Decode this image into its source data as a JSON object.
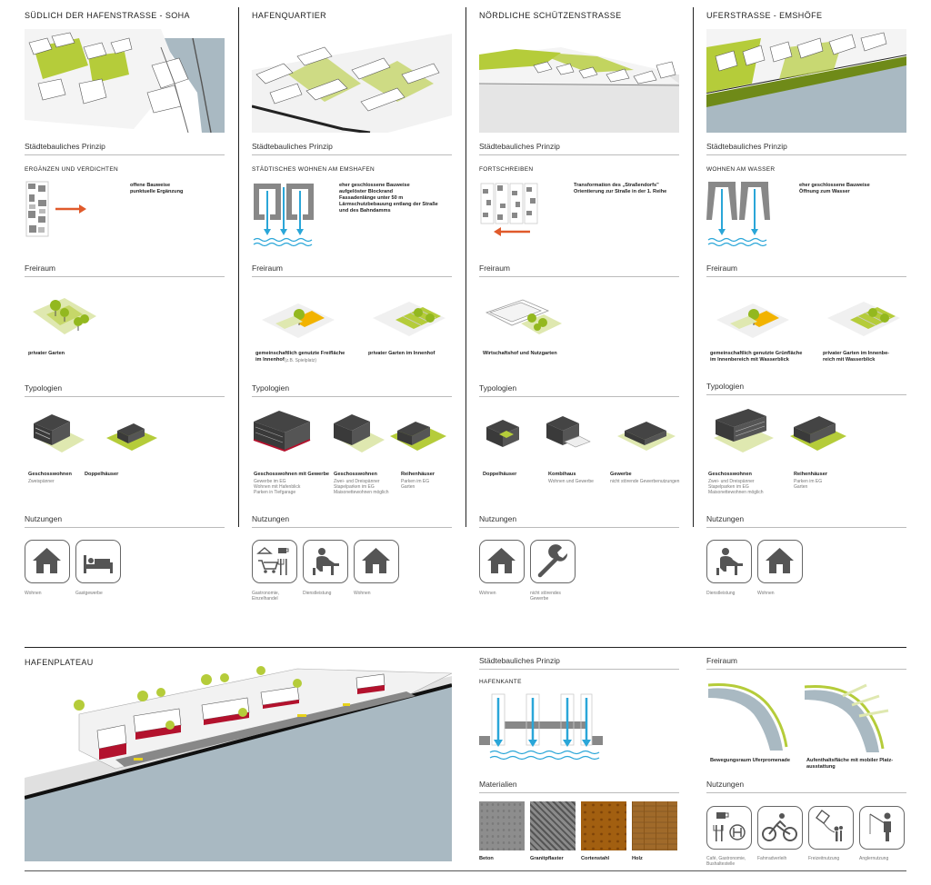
{
  "columns": [
    {
      "title": "SÜDLICH DER HAFENSTRASSE - SOHA",
      "prinzip_head": "Städtebauliches Prinzip",
      "prinzip_sub": "ERGÄNZEN UND VERDICHTEN",
      "prinzip_note": "offene Bauweise\npunktuelle Ergänzung",
      "freiraum_head": "Freiraum",
      "freiraum_labels": [
        "privater Garten"
      ],
      "typ_head": "Typologien",
      "typ_labels": [
        {
          "title": "Geschosswohnen",
          "sub": "Zweispänner"
        },
        {
          "title": "Doppelhäuser",
          "sub": ""
        }
      ],
      "nutz_head": "Nutzungen",
      "nutz_labels": [
        "Wohnen",
        "Gastgewerbe"
      ]
    },
    {
      "title": "HAFENQUARTIER",
      "prinzip_head": "Städtebauliches Prinzip",
      "prinzip_sub": "STÄDTISCHES WOHNEN AM EMSHAFEN",
      "prinzip_note": "eher geschlossene Bauweise\naufgelöster Blockrand\nFassadenlänge unter 50 m\nLärmschutzbebauung entlang der Straße\nund des Bahndamms",
      "freiraum_head": "Freiraum",
      "freiraum_labels": [
        "gemeinschaftlich genutzte Freifläche\nim Innenhof",
        "privater Garten im Innenhof"
      ],
      "freiraum_extra": "(z.B. Spielplatz)",
      "typ_head": "Typologien",
      "typ_labels": [
        {
          "title": "Geschosswohnen mit Gewerbe",
          "sub": "Gewerbe im EG\nWohnen mit Hafenblick\nParken in Tiefgarage"
        },
        {
          "title": "Geschosswohnen",
          "sub": "Zwei- und Dreispänner\nStapelparken im EG\nMaisonettewohnen möglich"
        },
        {
          "title": "Reihenhäuser",
          "sub": "Parken im EG\nGarten"
        }
      ],
      "nutz_head": "Nutzungen",
      "nutz_labels": [
        "Gastronomie,\nEinzelhandel",
        "Dienstleistung",
        "Wohnen"
      ]
    },
    {
      "title": "NÖRDLICHE SCHÜTZENSTRASSE",
      "prinzip_head": "Städtebauliches Prinzip",
      "prinzip_sub": "FORTSCHREIBEN",
      "prinzip_note": "Transformation des „Straßendorfs\"\nOrientierung zur Straße in der 1. Reihe",
      "freiraum_head": "Freiraum",
      "freiraum_labels": [
        "Wirtschaftshof und Nutzgarten"
      ],
      "typ_head": "Typologien",
      "typ_labels": [
        {
          "title": "Doppelhäuser",
          "sub": ""
        },
        {
          "title": "Kombihaus",
          "sub": "Wohnen und Gewerbe"
        },
        {
          "title": "Gewerbe",
          "sub": "nicht störende Gewerbenutzungen"
        }
      ],
      "nutz_head": "Nutzungen",
      "nutz_labels": [
        "Wohnen",
        "nicht störendes\nGewerbe"
      ]
    },
    {
      "title": "UFERSTRASSE - EMSHÖFE",
      "prinzip_head": "Städtebauliches Prinzip",
      "prinzip_sub": "WOHNEN AM WASSER",
      "prinzip_note": "eher geschlossene Bauweise\nÖffnung zum Wasser",
      "freiraum_head": "Freiraum",
      "freiraum_labels": [
        "gemeinschaftlich genutzte Grünfläche\nim Innenbereich mit Wasserblick",
        "privater Garten im Innenbe-\nreich mit Wasserblick"
      ],
      "typ_head": "Typologien",
      "typ_labels": [
        {
          "title": "Geschosswohnen",
          "sub": "Zwei- und Dreispänner\nStapelparken im EG\nMaisonettewohnen möglich"
        },
        {
          "title": "Reihenhäuser",
          "sub": "Parken im EG\nGarten"
        }
      ],
      "nutz_head": "Nutzungen",
      "nutz_labels": [
        "Dienstleistung",
        "Wohnen"
      ]
    }
  ],
  "bottom": {
    "title": "HAFENPLATEAU",
    "prinzip_head": "Städtebauliches Prinzip",
    "prinzip_sub": "HAFENKANTE",
    "materialien_head": "Materialien",
    "materials": [
      "Beton",
      "Granitpflaster",
      "Cortenstahl",
      "Holz"
    ],
    "freiraum_head": "Freiraum",
    "freiraum_labels": [
      "Bewegungsraum Uferpromenade",
      "Aufenthaltsfläche mit mobiler Platz-\nausstattung"
    ],
    "nutz_head": "Nutzungen",
    "nutz_labels": [
      "Café, Gastronomie,\nBushaltestelle",
      "Fahrradverleih",
      "Freizeitnutzung",
      "Anglernutzung"
    ]
  },
  "colors": {
    "green": "#b5cc3a",
    "lightgreen": "#dfe8b0",
    "orange": "#e05a2b",
    "blue": "#2aa6d8",
    "water": "#a9b9c2",
    "dark": "#3a3a3a",
    "red": "#b3122d"
  }
}
